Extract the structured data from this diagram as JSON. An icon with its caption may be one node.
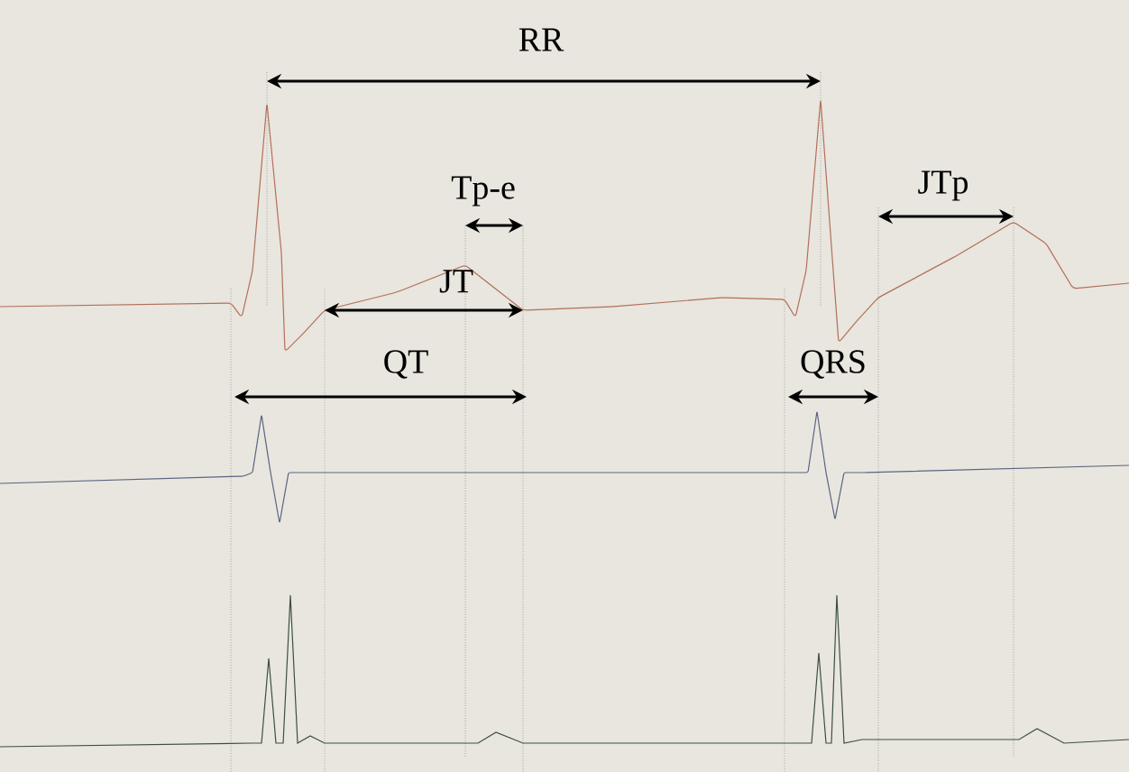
{
  "diagram": {
    "labels": [
      "RR",
      "Tp-e",
      "JT",
      "QT",
      "QRS",
      "JTp"
    ]
  }
}
